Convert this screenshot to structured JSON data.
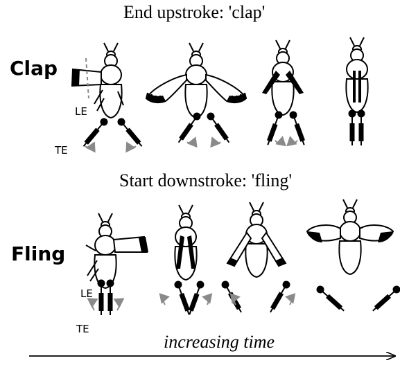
{
  "clap": {
    "heading": "End upstroke: 'clap'",
    "row_label": "Clap",
    "le_label": "LE",
    "te_label": "TE"
  },
  "fling": {
    "heading": "Start downstroke: 'fling'",
    "row_label": "Fling",
    "le_label": "LE",
    "te_label": "TE"
  },
  "time_axis": {
    "label": "increasing time"
  },
  "colors": {
    "ink": "#000000",
    "arrow_gray": "#8a8a8a",
    "background": "#ffffff"
  }
}
